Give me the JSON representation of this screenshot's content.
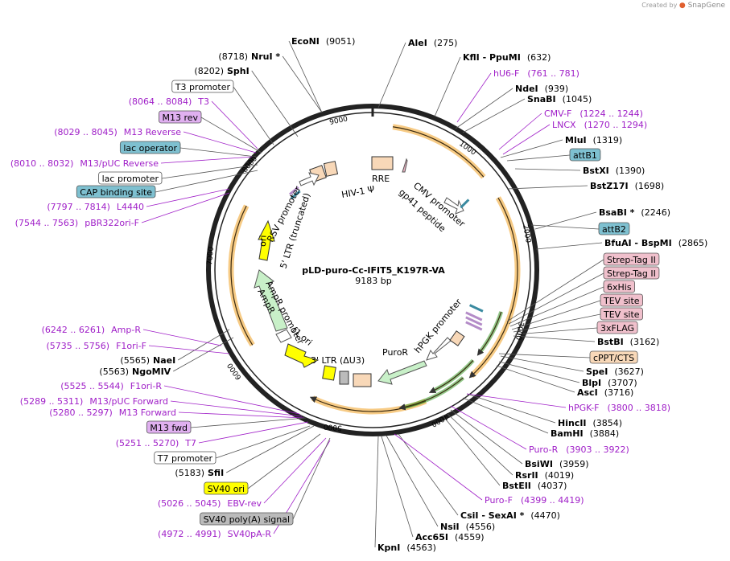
{
  "credit": {
    "prefix": "Created by",
    "brand": "SnapGene"
  },
  "plasmid": {
    "name": "pLD-puro-Cc-IFIT5_K197R-VA",
    "size": "9183 bp"
  },
  "ticks": [
    "1000",
    "2000",
    "3000",
    "4000",
    "5000",
    "6000",
    "7000",
    "8000",
    "9000"
  ],
  "enzymes_top": [
    {
      "name": "EcoNI",
      "pos": "(9051)"
    },
    {
      "name": "AleI",
      "pos": "(275)"
    },
    {
      "name": "KflI  -  PpuMI",
      "pos": "(632)"
    },
    {
      "name": "NdeI",
      "pos": "(939)"
    },
    {
      "name": "SnaBI",
      "pos": "(1045)"
    },
    {
      "name": "MluI",
      "pos": "(1319)"
    },
    {
      "name": "BstXI",
      "pos": "(1390)"
    },
    {
      "name": "BstZ17I",
      "pos": "(1698)"
    },
    {
      "name": "BsaBI *",
      "pos": "(2246)"
    },
    {
      "name": "BfuAI  -  BspMI",
      "pos": "(2865)"
    },
    {
      "name": "BstBI",
      "pos": "(3162)"
    },
    {
      "name": "SpeI",
      "pos": "(3627)"
    },
    {
      "name": "BlpI",
      "pos": "(3707)"
    },
    {
      "name": "AscI",
      "pos": "(3716)"
    },
    {
      "name": "HincII",
      "pos": "(3854)"
    },
    {
      "name": "BamHI",
      "pos": "(3884)"
    },
    {
      "name": "BsiWI",
      "pos": "(3959)"
    },
    {
      "name": "RsrII",
      "pos": "(4019)"
    },
    {
      "name": "BstEII",
      "pos": "(4037)"
    },
    {
      "name": "CsiI  -  SexAI *",
      "pos": "(4470)"
    },
    {
      "name": "NsiI",
      "pos": "(4556)"
    },
    {
      "name": "Acc65I",
      "pos": "(4559)"
    },
    {
      "name": "KpnI",
      "pos": "(4563)"
    }
  ],
  "enzymes_left": [
    {
      "name": "NruI *",
      "pos": "(8718)"
    },
    {
      "name": "SphI",
      "pos": "(8202)"
    },
    {
      "name": "NaeI",
      "pos": "(5565)"
    },
    {
      "name": "NgoMIV",
      "pos": "(5563)"
    },
    {
      "name": "SfiI",
      "pos": "(5183)"
    }
  ],
  "primers_right": [
    {
      "name": "hU6-F",
      "range": "(761 .. 781)"
    },
    {
      "name": "CMV-F",
      "range": "(1224 .. 1244)"
    },
    {
      "name": "LNCX",
      "range": "(1270 .. 1294)"
    },
    {
      "name": "hPGK-F",
      "range": "(3800 .. 3818)"
    },
    {
      "name": "Puro-R",
      "range": "(3903 .. 3922)"
    },
    {
      "name": "Puro-F",
      "range": "(4399 .. 4419)"
    }
  ],
  "primers_left": [
    {
      "name": "T3",
      "range": "(8064 .. 8084)"
    },
    {
      "name": "M13 Reverse",
      "range": "(8029 .. 8045)"
    },
    {
      "name": "M13/pUC Reverse",
      "range": "(8010 .. 8032)"
    },
    {
      "name": "L4440",
      "range": "(7797 .. 7814)"
    },
    {
      "name": "pBR322ori-F",
      "range": "(7544 .. 7563)"
    },
    {
      "name": "Amp-R",
      "range": "(6242 .. 6261)"
    },
    {
      "name": "F1ori-F",
      "range": "(5735 .. 5756)"
    },
    {
      "name": "F1ori-R",
      "range": "(5525 .. 5544)"
    },
    {
      "name": "M13/pUC Forward",
      "range": "(5289 .. 5311)"
    },
    {
      "name": "M13 Forward",
      "range": "(5280 .. 5297)"
    },
    {
      "name": "T7",
      "range": "(5251 .. 5270)"
    },
    {
      "name": "EBV-rev",
      "range": "(5026 .. 5045)"
    },
    {
      "name": "SV40pA-R",
      "range": "(4972 .. 4991)"
    }
  ],
  "boxes_right": [
    "attB1",
    "attB2",
    "Strep-Tag II",
    "Strep-Tag II",
    "6xHis",
    "TEV site",
    "TEV site",
    "3xFLAG",
    "cPPT/CTS"
  ],
  "boxes_left": [
    "T3 promoter",
    "M13 rev",
    "lac operator",
    "lac promoter",
    "CAP binding site",
    "M13 fwd",
    "T7 promoter",
    "SV40 ori",
    "SV40 poly(A) signal"
  ],
  "inner_labels": {
    "rre": "RRE",
    "hiv": "HIV-1 Ψ",
    "cmv": "CMV promoter",
    "gp41": "gp41 peptide",
    "rsv": "RSV promoter",
    "ltr5": "5' LTR (truncated)",
    "ori": "ori",
    "ampr_p": "AmpR promoter",
    "ampr": "AmpR",
    "f1": "f1 ori",
    "ltr3": "3' LTR (ΔU3)",
    "puror": "PuroR",
    "hpgk": "hPGK promoter"
  },
  "colors": {
    "primer": "#a020c8",
    "orange_ring": "#f0a020",
    "green_ring": "#3a9a28",
    "teal": "#7ec0d0",
    "pink": "#f0c0cc",
    "lav": "#e0b0f0",
    "yellow": "#ffff00",
    "peach": "#f8d8b8",
    "gray": "#bbbbbb",
    "lightgreen": "#c8f0c8"
  }
}
